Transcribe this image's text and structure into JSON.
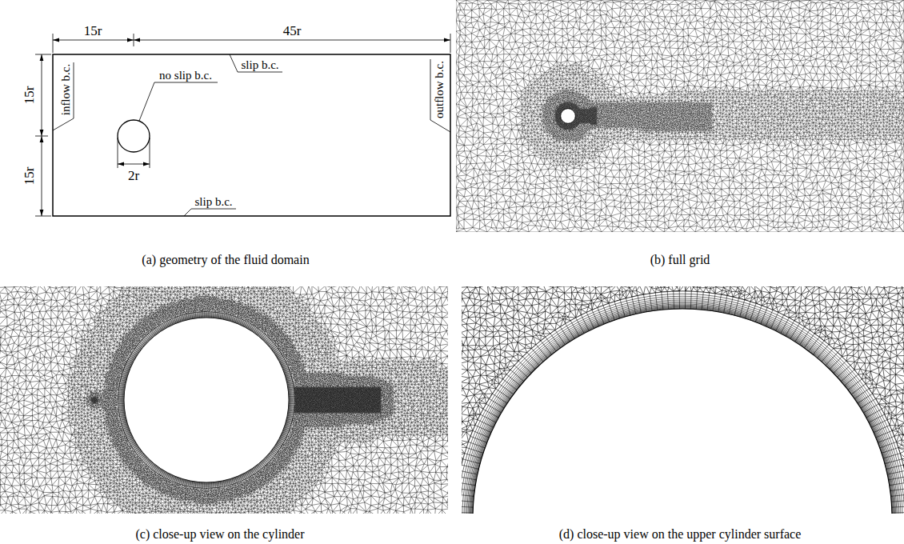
{
  "diagram": {
    "labels": [
      "15r",
      "45r",
      "15r",
      "15r",
      "no slip b.c.",
      "slip b.c.",
      "inflow b.c.",
      "outflow b.c.",
      "2r",
      "slip b.c.",
      "(a) geometry of the fluid domain",
      "(b) full grid",
      "(c) close-up view on the cylinder",
      "(d) close-up view on the upper cylinder surface"
    ]
  }
}
